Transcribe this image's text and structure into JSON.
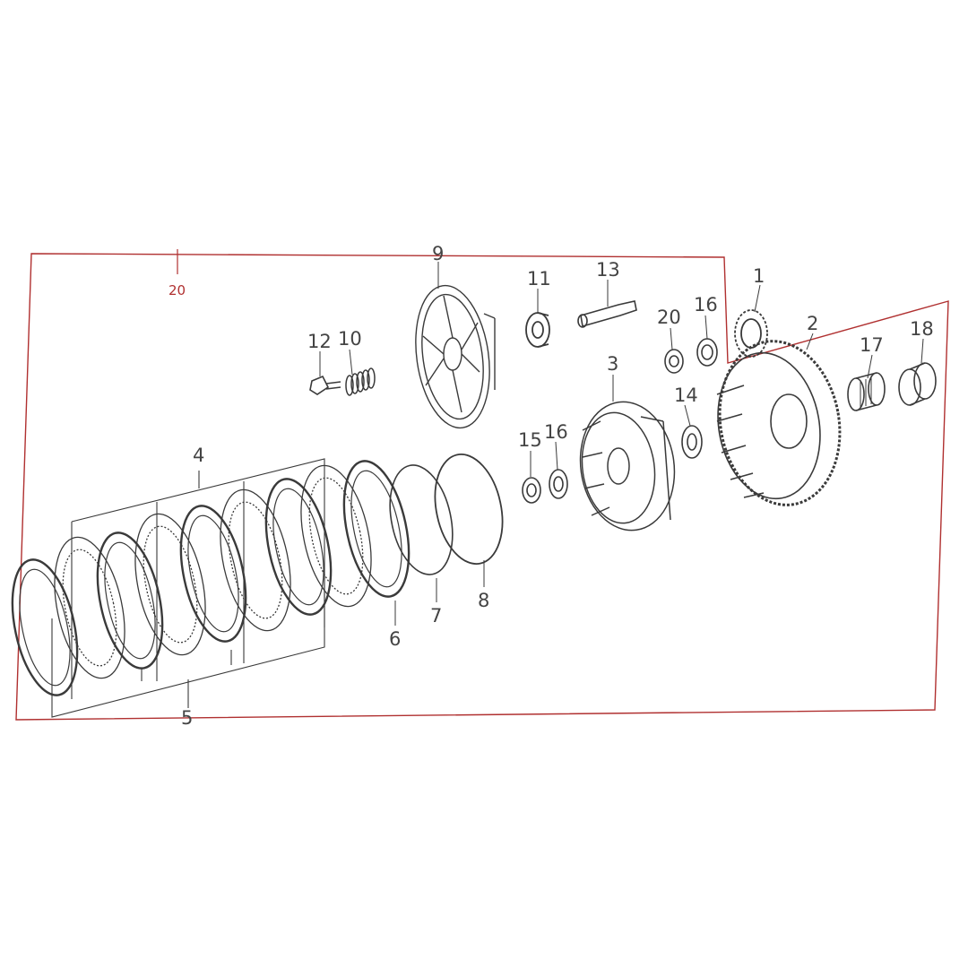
{
  "colors": {
    "line": "#3a3a3a",
    "boundary": "#b03030",
    "label": "#444444"
  },
  "diagram": {
    "kit_label": "20",
    "callouts": {
      "c1": "1",
      "c2": "2",
      "c3": "3",
      "c4": "4",
      "c5": "5",
      "c6": "6",
      "c7": "7",
      "c8": "8",
      "c9": "9",
      "c10": "10",
      "c11": "11",
      "c12": "12",
      "c13": "13",
      "c14": "14",
      "c15": "15",
      "c16a": "16",
      "c16b": "16",
      "c17": "17",
      "c18": "18",
      "c20": "20"
    }
  }
}
